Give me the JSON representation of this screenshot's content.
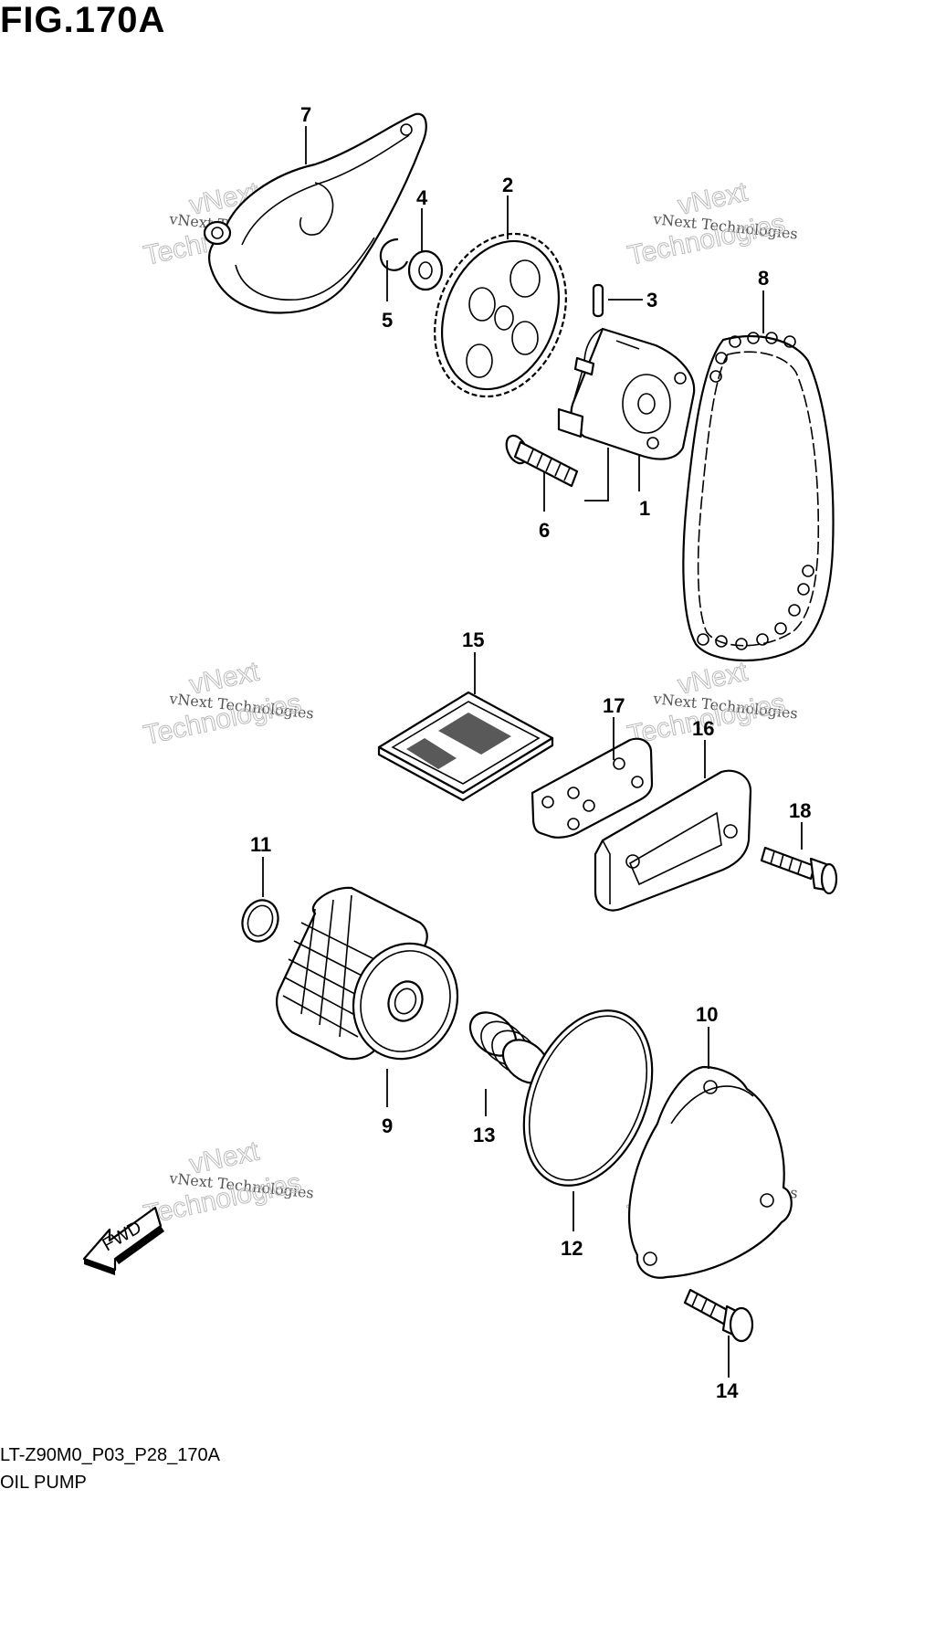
{
  "figure": {
    "title": "FIG.170A",
    "code": "LT-Z90M0_P03_P28_170A",
    "name": "OIL PUMP",
    "fwd_label": "FWD"
  },
  "watermark": {
    "line0": "vNext",
    "line1": "vNext Technologies",
    "line2": "Technologies"
  },
  "callouts": [
    "1",
    "2",
    "3",
    "4",
    "5",
    "6",
    "7",
    "8",
    "9",
    "10",
    "11",
    "12",
    "13",
    "14",
    "15",
    "16",
    "17",
    "18"
  ]
}
